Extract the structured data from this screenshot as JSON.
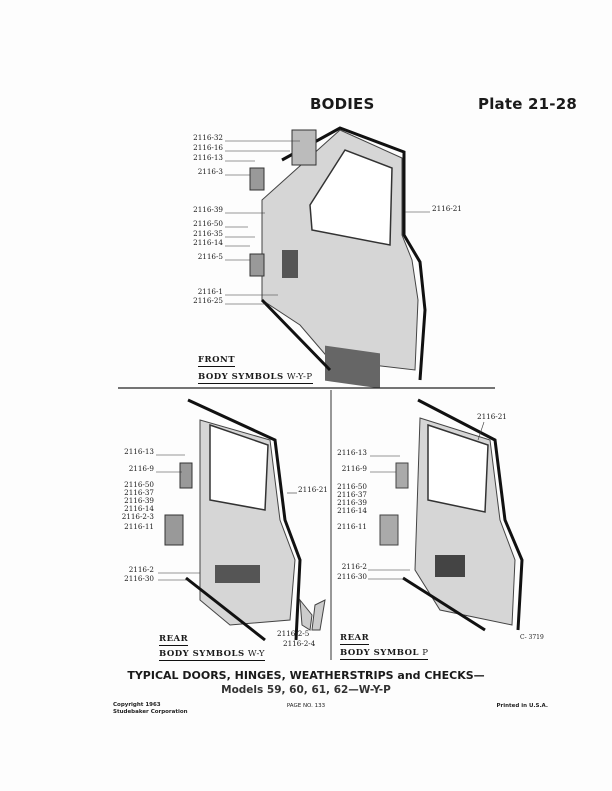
{
  "header": {
    "section": "BODIES",
    "plate": "Plate 21-28"
  },
  "front": {
    "labels": [
      "2116-32",
      "2116-16",
      "2116-13",
      "2116-3",
      "2116-39",
      "2116-50",
      "2116-35",
      "2116-14",
      "2116-5",
      "2116-1",
      "2116-25",
      "2116-21"
    ],
    "caption": "FRONT",
    "symbols_label": "BODY SYMBOLS",
    "symbols": "W-Y-P"
  },
  "rear_left": {
    "labels": [
      "2116-13",
      "2116-9",
      "2116-50",
      "2116-37",
      "2116-39",
      "2116-14",
      "2116-2-3",
      "2116-11",
      "2116-2",
      "2116-30",
      "2116-21",
      "2116-2-5",
      "2116-2-4"
    ],
    "caption": "REAR",
    "symbols_label": "BODY SYMBOLS",
    "symbols": "W-Y"
  },
  "rear_right": {
    "labels": [
      "2116-21",
      "2116-13",
      "2116-9",
      "2116-50",
      "2116-37",
      "2116-39",
      "2116-14",
      "2116-11",
      "2116-2",
      "2116-30"
    ],
    "caption": "REAR",
    "symbols_label": "BODY SYMBOL",
    "symbols": "P",
    "drawing_code": "C- 3719"
  },
  "title": "TYPICAL DOORS, HINGES, WEATHERSTRIPS and CHECKS—",
  "subtitle": "Models 59, 60, 61, 62—W-Y-P",
  "footer": {
    "copyright_line1": "Copyright 1963",
    "copyright_line2": "Studebaker Corporation",
    "page": "PAGE NO. 133",
    "printed": "Printed in U.S.A."
  }
}
